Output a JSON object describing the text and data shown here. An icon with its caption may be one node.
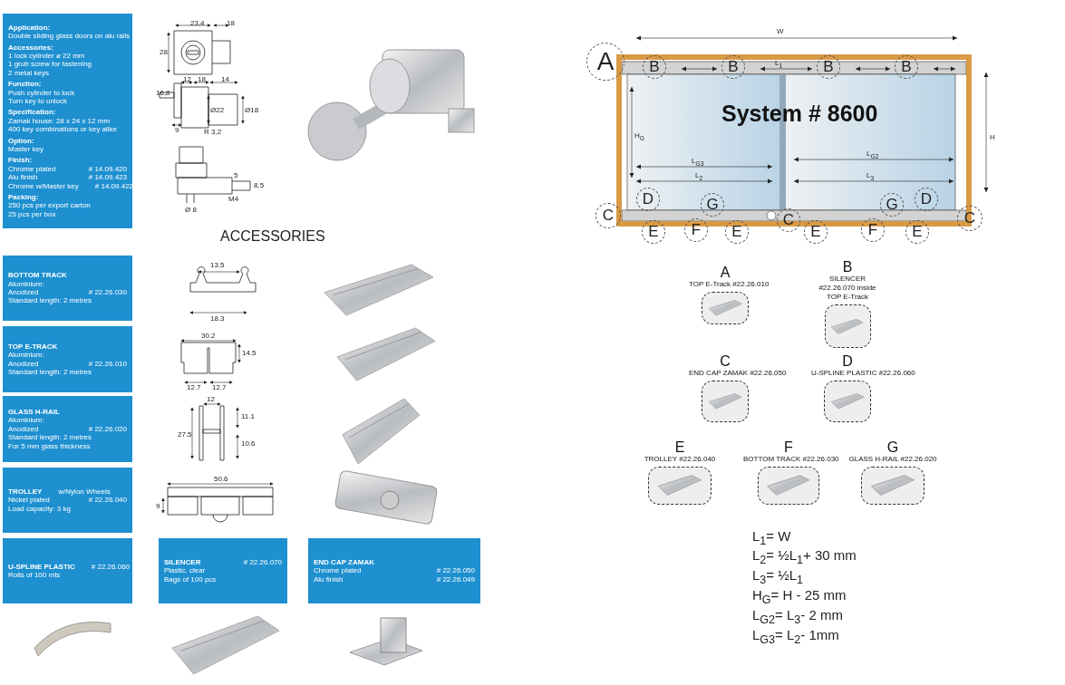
{
  "diagram": {
    "nodes": [
      {
        "text": [
          "Application:",
          "Double sliding glass doors on alu rails",
          "Accessories:",
          "1 lock cylinder ø 22 mm",
          "1 grub screw for fastening",
          "2 metal keys",
          "Function:",
          "Push cylinder to lock",
          "Turn key to unlock",
          "Specification:",
          "Zamak house: 28 x 24 x 12 mm",
          "400 key combinations or key alike",
          "Option:",
          "Master key",
          "Finish:",
          "Chrome plated",
          "# 14.09.420",
          "Alu finish",
          "# 14.09.423",
          "Chrome w/Master key",
          "# 14.09.422",
          "Packing:",
          "250 pcs per export carton",
          "25 pcs per box"
        ]
      },
      {
        "text": [
          "BOTTOM TRACK",
          "Aluminium:",
          "Anodized",
          "# 22.26.030",
          "Standard length: 2 metres"
        ]
      },
      {
        "text": [
          "TOP E-TRACK",
          "Aluminium:",
          "Anodized",
          "# 22.26.010",
          "Standard length: 2 metres"
        ]
      },
      {
        "text": [
          "GLASS H-RAIL",
          "Aluminium:",
          "Anodized",
          "# 22.26.020",
          "Standard length: 2 metres",
          "For 5 mm glass thickness"
        ]
      },
      {
        "text": [
          "TROLLEY",
          "w/Nylon Wheels",
          "Nickel plated",
          "# 22.26.040",
          "Load capacity: 3 kg"
        ]
      },
      {
        "text": [
          "U-SPLINE PLASTIC",
          "# 22.26.060",
          "Rolls of 100 mts"
        ]
      },
      {
        "text": [
          "SILENCER",
          "# 22.26.070",
          "Plastic, clear",
          "Bags of 100 pcs"
        ]
      },
      {
        "text": [
          "END CAP ZAMAK",
          "Chrome plated",
          "# 22.26.050",
          "Alu finish",
          "# 22.26.049"
        ]
      },
      {
        "text": [
          "System # 8600"
        ]
      },
      {
        "text": [
          "A"
        ]
      },
      {
        "text": [
          "B"
        ],
        "in": 8
      },
      {
        "text": [
          "B"
        ],
        "in": 8
      },
      {
        "text": [
          "B"
        ],
        "in": 8
      },
      {
        "text": [
          "B"
        ],
        "in": 8
      },
      {
        "text": [
          "C"
        ]
      },
      {
        "text": [
          "D"
        ],
        "in": 8
      },
      {
        "text": [
          "G"
        ],
        "in": 8
      },
      {
        "text": [
          "C"
        ]
      },
      {
        "text": [
          "G"
        ],
        "in": 8
      },
      {
        "text": [
          "D"
        ],
        "in": 8
      },
      {
        "text": [
          "C"
        ]
      },
      {
        "text": [
          "E"
        ]
      },
      {
        "text": [
          "F"
        ]
      },
      {
        "text": [
          "E"
        ]
      },
      {
        "text": [
          "E"
        ]
      },
      {
        "text": [
          "F"
        ]
      },
      {
        "text": [
          "E"
        ]
      },
      {
        "text": [
          "A",
          "TOP E-Track #22.26.010"
        ]
      },
      {
        "text": [
          "B",
          "SILENCER #22.26.070 inside TOP E-Track"
        ]
      },
      {
        "text": [
          "C",
          "END CAP ZAMAK #22.26.050"
        ]
      },
      {
        "text": [
          "D",
          "U-SPLINE PLASTIC #22.26.060"
        ]
      },
      {
        "text": [
          "E",
          "TROLLEY #22.26.040"
        ]
      },
      {
        "text": [
          "F",
          "BOTTOM TRACK #22.26.030"
        ]
      },
      {
        "text": [
          "G",
          "GLASS H-RAIL #22.26.020"
        ]
      }
    ],
    "labels": [
      "23,4",
      "18",
      "28",
      "12",
      "18",
      "14",
      "16,8",
      "Ø22",
      "Ø18",
      "9",
      "R 3,2",
      "5",
      "8,5",
      "M4",
      "Ø 8",
      "ACCESSORIES",
      "13.5",
      "18.3",
      "30.2",
      "14.5",
      "12.7",
      "12.7",
      "12",
      "11.1",
      "27.5",
      "10.6",
      "50.6",
      "9",
      "W",
      "L$_{1}$",
      "H",
      "H$_{G}$",
      "L$_{G3}$",
      "L$_{G2}$",
      "L$_{2}$",
      "L$_{3}$",
      "L$_{1}$= W",
      "L$_{2}$= ½L$_{1}$+ 30 mm",
      "L$_{3}$= ½L$_{1}$",
      "H$_{G}$= H - 25 mm",
      "L$_{G2}$= L$_{3}$- 2 mm",
      "L$_{G3}$= L$_{2}$- 1mm"
    ]
  }
}
